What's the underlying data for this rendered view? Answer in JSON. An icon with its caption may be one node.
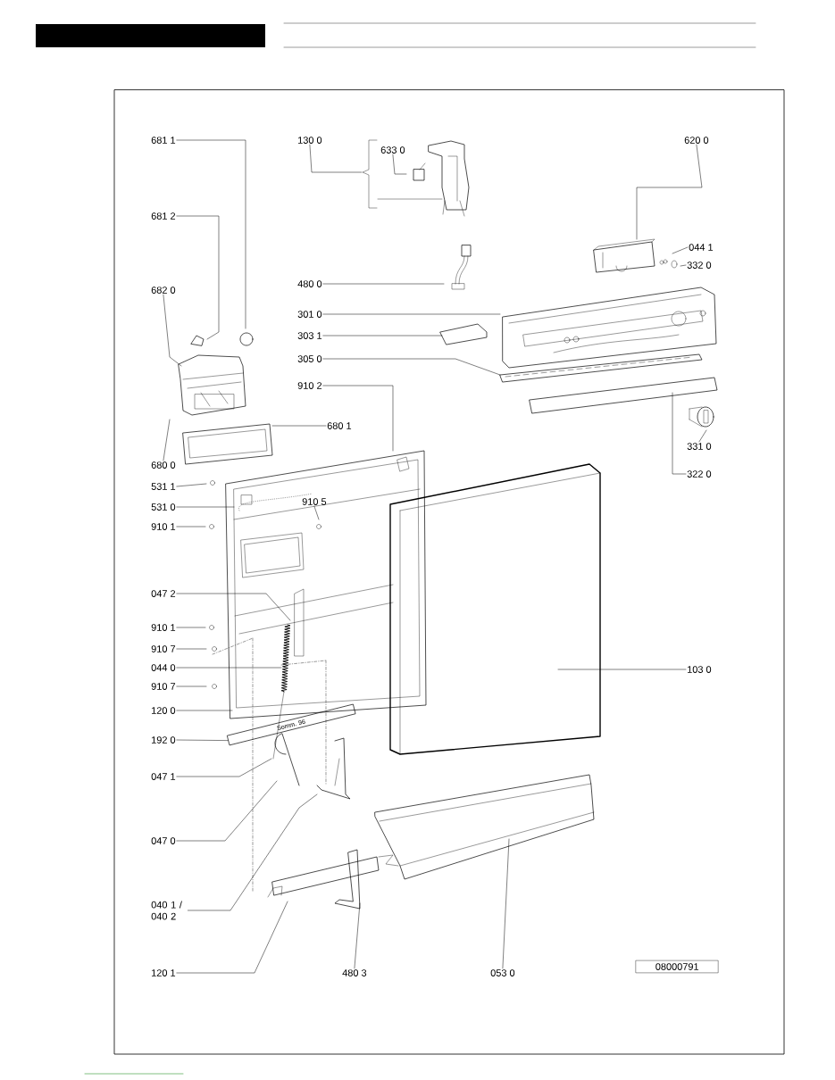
{
  "diagram": {
    "nodes": [
      {
        "text": [
          "681 1"
        ]
      },
      {
        "text": [
          "681 2"
        ]
      },
      {
        "text": [
          "682 0"
        ]
      },
      {
        "text": [
          "130 0"
        ]
      },
      {
        "text": [
          "633 0"
        ]
      },
      {
        "text": [
          "620 0"
        ]
      },
      {
        "text": [
          "044 1"
        ]
      },
      {
        "text": [
          "332 0"
        ]
      },
      {
        "text": [
          "480 0"
        ]
      },
      {
        "text": [
          "301 0"
        ]
      },
      {
        "text": [
          "303 1"
        ]
      },
      {
        "text": [
          "305 0"
        ]
      },
      {
        "text": [
          "910 2"
        ]
      },
      {
        "text": [
          "680 1"
        ]
      },
      {
        "text": [
          "331 0"
        ]
      },
      {
        "text": [
          "322 0"
        ]
      },
      {
        "text": [
          "680 0"
        ]
      },
      {
        "text": [
          "531 1"
        ]
      },
      {
        "text": [
          "531 0"
        ]
      },
      {
        "text": [
          "910 1"
        ]
      },
      {
        "text": [
          "910 5"
        ]
      },
      {
        "text": [
          "047 2"
        ]
      },
      {
        "text": [
          "910 1"
        ]
      },
      {
        "text": [
          "910 7"
        ]
      },
      {
        "text": [
          "044 0"
        ]
      },
      {
        "text": [
          "910 7"
        ]
      },
      {
        "text": [
          "120 0"
        ]
      },
      {
        "text": [
          "103 0"
        ]
      },
      {
        "text": [
          "192 0"
        ]
      },
      {
        "text": [
          "047 1"
        ]
      },
      {
        "text": [
          "047 0"
        ]
      },
      {
        "text": [
          "040 1 / 040 2"
        ]
      },
      {
        "text": [
          "120 1"
        ]
      },
      {
        "text": [
          "480 3"
        ]
      },
      {
        "text": [
          "053 0"
        ]
      },
      {
        "text": [
          "08000791"
        ]
      },
      {
        "text": [
          "Somm. 96"
        ]
      }
    ],
    "edges": [
      {
        "from": 0,
        "to": null,
        "arrow": "none"
      },
      {
        "from": 1,
        "to": null,
        "arrow": "none"
      },
      {
        "from": 2,
        "to": null,
        "arrow": "none"
      },
      {
        "from": 3,
        "to": null,
        "arrow": "none"
      },
      {
        "from": 4,
        "to": null,
        "arrow": "none"
      },
      {
        "from": 5,
        "to": null,
        "arrow": "none"
      },
      {
        "from": 6,
        "to": null,
        "arrow": "none"
      },
      {
        "from": 7,
        "to": null,
        "arrow": "none"
      },
      {
        "from": 8,
        "to": null,
        "arrow": "none"
      },
      {
        "from": 9,
        "to": null,
        "arrow": "none"
      },
      {
        "from": 10,
        "to": null,
        "arrow": "none"
      },
      {
        "from": 11,
        "to": null,
        "arrow": "none"
      },
      {
        "from": 12,
        "to": null,
        "arrow": "none"
      },
      {
        "from": 13,
        "to": null,
        "arrow": "none"
      },
      {
        "from": 14,
        "to": null,
        "arrow": "none"
      },
      {
        "from": 15,
        "to": null,
        "arrow": "none"
      },
      {
        "from": 16,
        "to": null,
        "arrow": "none"
      },
      {
        "from": 17,
        "to": null,
        "arrow": "none"
      },
      {
        "from": 18,
        "to": null,
        "arrow": "none"
      },
      {
        "from": 19,
        "to": null,
        "arrow": "none"
      },
      {
        "from": 20,
        "to": null,
        "arrow": "none"
      },
      {
        "from": 21,
        "to": null,
        "arrow": "none"
      },
      {
        "from": 22,
        "to": null,
        "arrow": "none"
      },
      {
        "from": 23,
        "to": null,
        "arrow": "none"
      },
      {
        "from": 24,
        "to": null,
        "arrow": "none"
      },
      {
        "from": 25,
        "to": null,
        "arrow": "none"
      },
      {
        "from": 26,
        "to": null,
        "arrow": "none"
      },
      {
        "from": 27,
        "to": null,
        "arrow": "none"
      },
      {
        "from": 28,
        "to": 36,
        "arrow": "none"
      },
      {
        "from": 29,
        "to": null,
        "arrow": "none"
      },
      {
        "from": 30,
        "to": null,
        "arrow": "none"
      },
      {
        "from": 31,
        "to": null,
        "arrow": "none"
      },
      {
        "from": 32,
        "to": null,
        "arrow": "none"
      },
      {
        "from": 33,
        "to": null,
        "arrow": "none"
      },
      {
        "from": 34,
        "to": null,
        "arrow": "none"
      }
    ]
  }
}
